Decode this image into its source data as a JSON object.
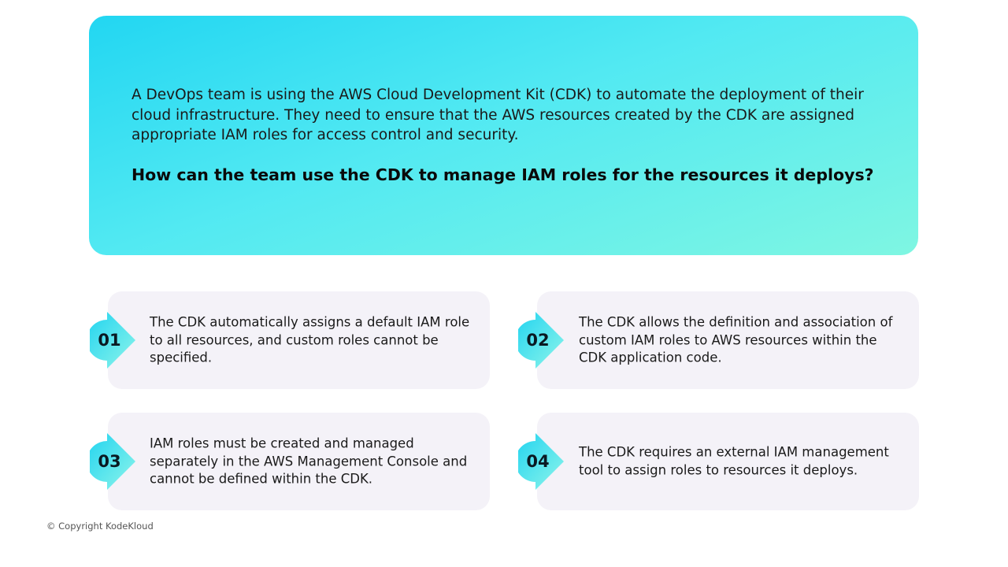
{
  "question": {
    "text": "A DevOps team is using the AWS Cloud Development Kit (CDK) to automate the deployment of their cloud infrastructure. They need to ensure that the AWS resources created by the CDK are assigned appropriate IAM roles for access control and security.",
    "title": "How can the team use the CDK to manage IAM roles for the resources it deploys?"
  },
  "options": [
    {
      "number": "01",
      "text": "The CDK automatically assigns a default IAM role to all resources, and custom roles cannot be specified."
    },
    {
      "number": "02",
      "text": "The CDK allows the definition and association of custom IAM roles to AWS resources within the CDK application code."
    },
    {
      "number": "03",
      "text": "IAM roles must be created and managed separately in the AWS Management Console and cannot be defined within the CDK."
    },
    {
      "number": "04",
      "text": "The CDK requires an external IAM management tool to assign roles to resources it deploys."
    }
  ],
  "footer": {
    "copyright": "© Copyright KodeKloud"
  },
  "colors": {
    "accent_start": "#22d6f2",
    "accent_end": "#7ff6e2",
    "card_bg": "#f4f2f8"
  }
}
